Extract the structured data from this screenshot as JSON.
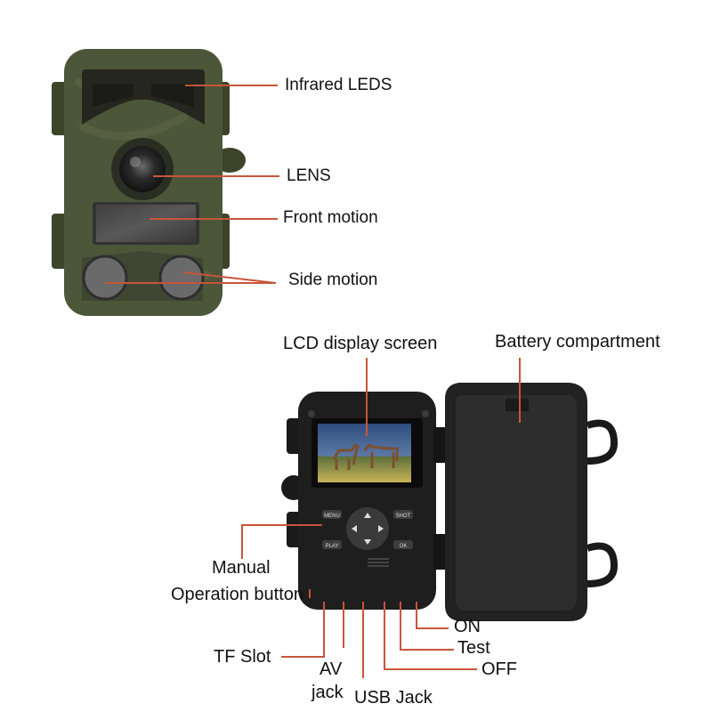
{
  "labels": {
    "infrared_leds": "Infrared LEDS",
    "lens": "LENS",
    "front_motion": "Front motion",
    "side_motion": "Side motion",
    "lcd_display_screen": "LCD display screen",
    "battery_compartment": "Battery compartment",
    "manual": "Manual",
    "operation_button": "Operation button",
    "on": "ON",
    "test": "Test",
    "off": "OFF",
    "tf_slot": "TF Slot",
    "av": "AV",
    "jack": "jack",
    "usb_jack": "USB Jack"
  },
  "buttons": {
    "menu": "MENU",
    "shot": "SHOT",
    "play": "PLAY",
    "ok": "OK"
  },
  "colors": {
    "leader_line": "#c8553a",
    "camouflage_green": "#4c5638",
    "black_housing": "#1e1e1e"
  }
}
